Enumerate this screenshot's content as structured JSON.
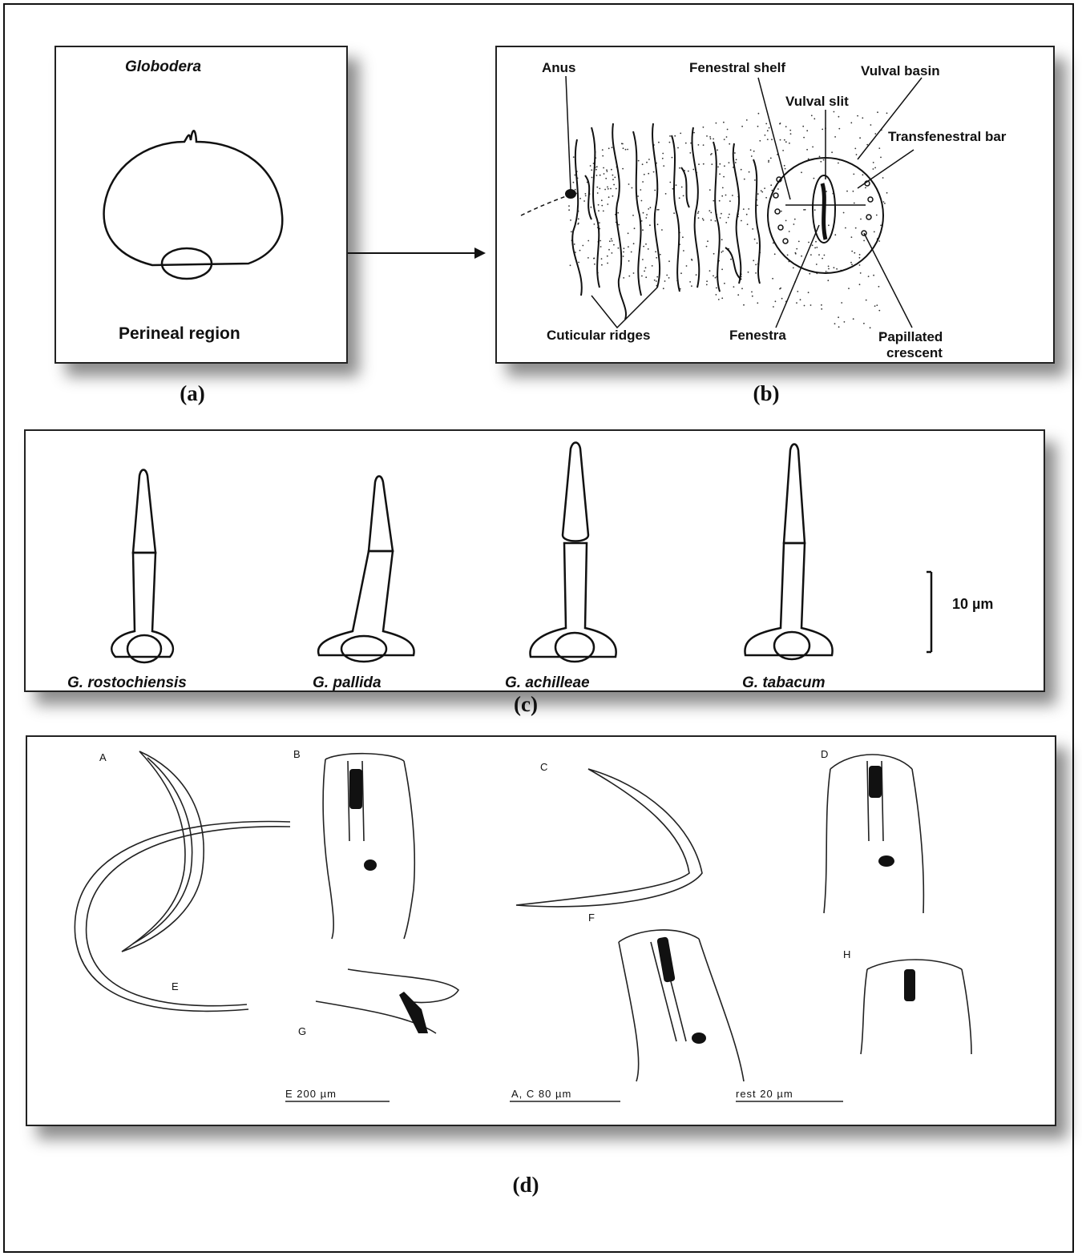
{
  "panel_a": {
    "genus": "Globodera",
    "region_label": "Perineal region",
    "caption": "(a)"
  },
  "panel_b": {
    "caption": "(b)",
    "labels": {
      "anus": "Anus",
      "fenestral_shelf": "Fenestral shelf",
      "vulval_basin": "Vulval basin",
      "vulval_slit": "Vulval slit",
      "transfenestral_bar": "Transfenestral bar",
      "cuticular_ridges": "Cuticular ridges",
      "fenestra": "Fenestra",
      "papillated_crescent_1": "Papillated",
      "papillated_crescent_2": "crescent"
    }
  },
  "panel_c": {
    "caption": "(c)",
    "species": [
      "G. rostochiensis",
      "G. pallida",
      "G. achilleae",
      "G. tabacum"
    ],
    "scale_label": "10 µm"
  },
  "panel_d": {
    "caption": "(d)",
    "figure_letters": [
      "A",
      "B",
      "C",
      "D",
      "E",
      "F",
      "G",
      "H"
    ],
    "scales": [
      "E 200 µm",
      "A, C 80 µm",
      "rest 20 µm"
    ]
  }
}
